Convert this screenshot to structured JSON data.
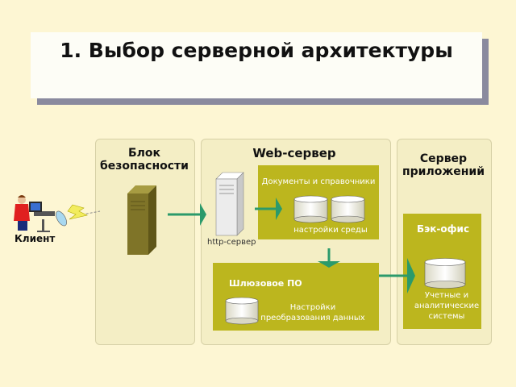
{
  "slide": {
    "title": "1. Выбор серверной архитектуры"
  },
  "client": {
    "label": "Клиент"
  },
  "security": {
    "title_line1": "Блок",
    "title_line2": "безопасности"
  },
  "web": {
    "title": "Web-сервер",
    "http_label": "http-сервер",
    "docs_label": "Документы и справочники",
    "env_label": "настройки среды"
  },
  "gateway": {
    "title": "Шлюзовое ПО",
    "settings_line1": "Настройки",
    "settings_line2": "преобразования данных"
  },
  "app": {
    "title_line1": "Сервер",
    "title_line2": "приложений",
    "backoffice_title": "Бэк-офис",
    "acct_line1": "Учетные и",
    "acct_line2": "аналитические",
    "acct_line3": "системы"
  },
  "colors": {
    "background": "#fdf6d3",
    "olive": "#bcb61e",
    "arrow": "#2b9a6b",
    "server": "#7f7428"
  },
  "icons": [
    "person-at-computer-icon",
    "lightning-icon",
    "server-tower-icon",
    "database-cylinder-icon"
  ]
}
